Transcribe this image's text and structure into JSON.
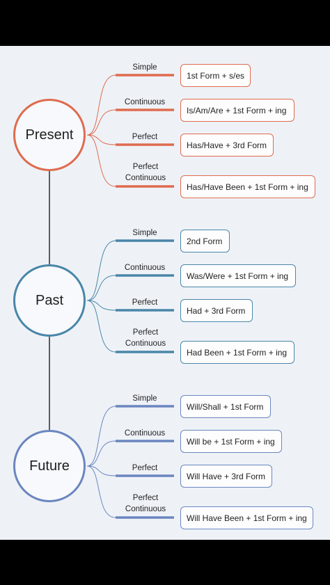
{
  "colors": {
    "present": "#df6b4e",
    "past": "#4a86a8",
    "future": "#6b86bf",
    "connector": "#2b2b2b"
  },
  "groups": [
    {
      "name": "Present",
      "items": [
        {
          "label": "Simple",
          "formula": "1st Form + s/es"
        },
        {
          "label": "Continuous",
          "formula": "Is/Am/Are + 1st Form + ing"
        },
        {
          "label": "Perfect",
          "formula": "Has/Have + 3rd Form"
        },
        {
          "label": "Perfect Continuous",
          "formula": "Has/Have Been + 1st Form + ing"
        }
      ]
    },
    {
      "name": "Past",
      "items": [
        {
          "label": "Simple",
          "formula": "2nd Form"
        },
        {
          "label": "Continuous",
          "formula": "Was/Were + 1st Form + ing"
        },
        {
          "label": "Perfect",
          "formula": "Had + 3rd Form"
        },
        {
          "label": "Perfect Continuous",
          "formula": "Had Been + 1st Form + ing"
        }
      ]
    },
    {
      "name": "Future",
      "items": [
        {
          "label": "Simple",
          "formula": "Will/Shall + 1st Form"
        },
        {
          "label": "Continuous",
          "formula": "Will be + 1st Form + ing"
        },
        {
          "label": "Perfect",
          "formula": "Will Have + 3rd Form"
        },
        {
          "label": "Perfect Continuous",
          "formula": "Will Have Been + 1st Form + ing"
        }
      ]
    }
  ]
}
